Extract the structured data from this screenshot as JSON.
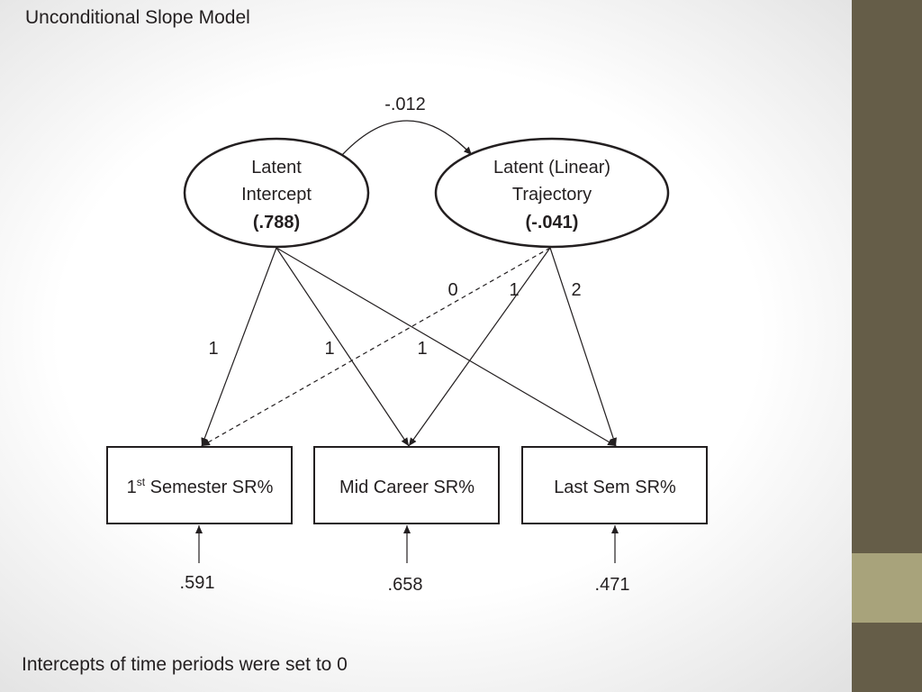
{
  "slide": {
    "title": "Unconditional Slope Model",
    "footnote": "Intercepts of time periods were set to 0"
  },
  "latents": {
    "intercept": {
      "line1": "Latent",
      "line2": "Intercept",
      "value": "(.788)"
    },
    "trajectory": {
      "line1": "Latent (Linear)",
      "line2": "Trajectory",
      "value": "(-.041)"
    }
  },
  "covariance": "-.012",
  "observed": [
    {
      "prefix": "1",
      "superscript": "st",
      "label": " Semester SR%",
      "residual": ".591"
    },
    {
      "prefix": "",
      "superscript": "",
      "label": "Mid Career SR%",
      "residual": ".658"
    },
    {
      "prefix": "",
      "superscript": "",
      "label": "Last Sem SR%",
      "residual": ".471"
    }
  ],
  "loadings": {
    "intercept": [
      "1",
      "1",
      "1"
    ],
    "trajectory": [
      "0",
      "1",
      "2"
    ]
  },
  "colors": {
    "sidebar": "#655d48",
    "sidebar_accent": "#a8a37b",
    "ink": "#231f20"
  }
}
